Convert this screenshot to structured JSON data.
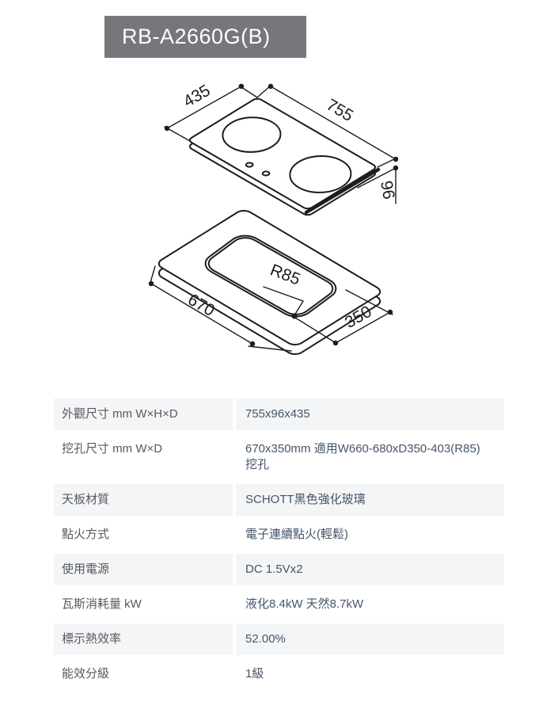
{
  "product": {
    "model": "RB-A2660G(B)"
  },
  "diagram": {
    "dims": {
      "top_depth": "435",
      "top_width": "755",
      "height": "96",
      "cutout_radius": "R85",
      "cutout_width": "670",
      "cutout_depth": "350"
    }
  },
  "spec_table": {
    "rows": [
      {
        "label": "外觀尺寸 mm W×H×D",
        "value": "755x96x435"
      },
      {
        "label": "挖孔尺寸 mm W×D",
        "value": "670x350mm 適用W660-680xD350-403(R85)\n挖孔"
      },
      {
        "label": "天板材質",
        "value": "SCHOTT黑色強化玻璃"
      },
      {
        "label": "點火方式",
        "value": "電子連續點火(輕鬆)"
      },
      {
        "label": "使用電源",
        "value": "DC 1.5Vx2"
      },
      {
        "label": "瓦斯消耗量 kW",
        "value": "液化8.4kW 天然8.7kW"
      },
      {
        "label": "標示熱效率",
        "value": "52.00%"
      },
      {
        "label": "能效分級",
        "value": "1級"
      }
    ]
  },
  "colors": {
    "badge_bg": "#76777a",
    "badge_text": "#ffffff",
    "row_stripe": "#f4f5f6",
    "label_text": "#55595e",
    "value_text": "#46566a",
    "line": "#1d1d1f"
  }
}
